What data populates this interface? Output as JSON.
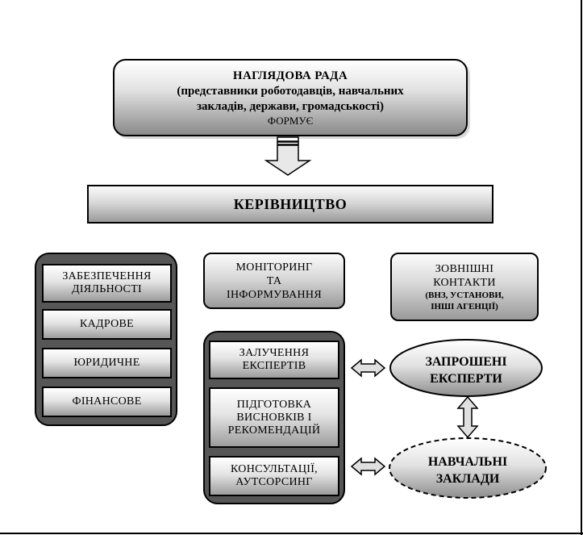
{
  "board": {
    "title": "НАГЛЯДОВА РАДА",
    "line1": "(представники роботодавців, навчальних",
    "line2": "закладів, держави, громадськості)",
    "forms": "ФОРМУЄ"
  },
  "management": {
    "label": "КЕРІВНИЦТВО"
  },
  "support": {
    "heading1": "ЗАБЕЗПЕЧЕННЯ",
    "heading2": "ДІЯЛЬНОСТІ",
    "items": [
      "КАДРОВЕ",
      "ЮРИДИЧНЕ",
      "ФІНАНСОВЕ"
    ]
  },
  "monitoring": {
    "line1": "МОНІТОРИНГ",
    "line2": "ТА",
    "line3": "ІНФОРМУВАННЯ"
  },
  "external": {
    "line1": "ЗОВНІШНІ",
    "line2": "КОНТАКТИ",
    "line3": "(ВНЗ, УСТАНОВИ,",
    "line4": "ІНШІ АГЕНЦІЇ)"
  },
  "activities": {
    "item1": {
      "line1": "ЗАЛУЧЕННЯ",
      "line2": "ЕКСПЕРТІВ"
    },
    "item2": {
      "line1": "ПІДГОТОВКА",
      "line2": "ВИСНОВКІВ І",
      "line3": "РЕКОМЕНДАЦІЙ"
    },
    "item3": {
      "line1": "КОНСУЛЬТАЦІЇ,",
      "line2": "АУТСОРСИНГ"
    }
  },
  "invited_experts": {
    "line1": "ЗАПРОШЕНІ",
    "line2": "ЕКСПЕРТИ"
  },
  "educational": {
    "line1": "НАВЧАЛЬНІ",
    "line2": "ЗАКЛАДИ"
  },
  "colors": {
    "dark_fill": "#565656",
    "light": "#ffffff",
    "mid": "#8a8a8a",
    "stroke": "#000000"
  }
}
